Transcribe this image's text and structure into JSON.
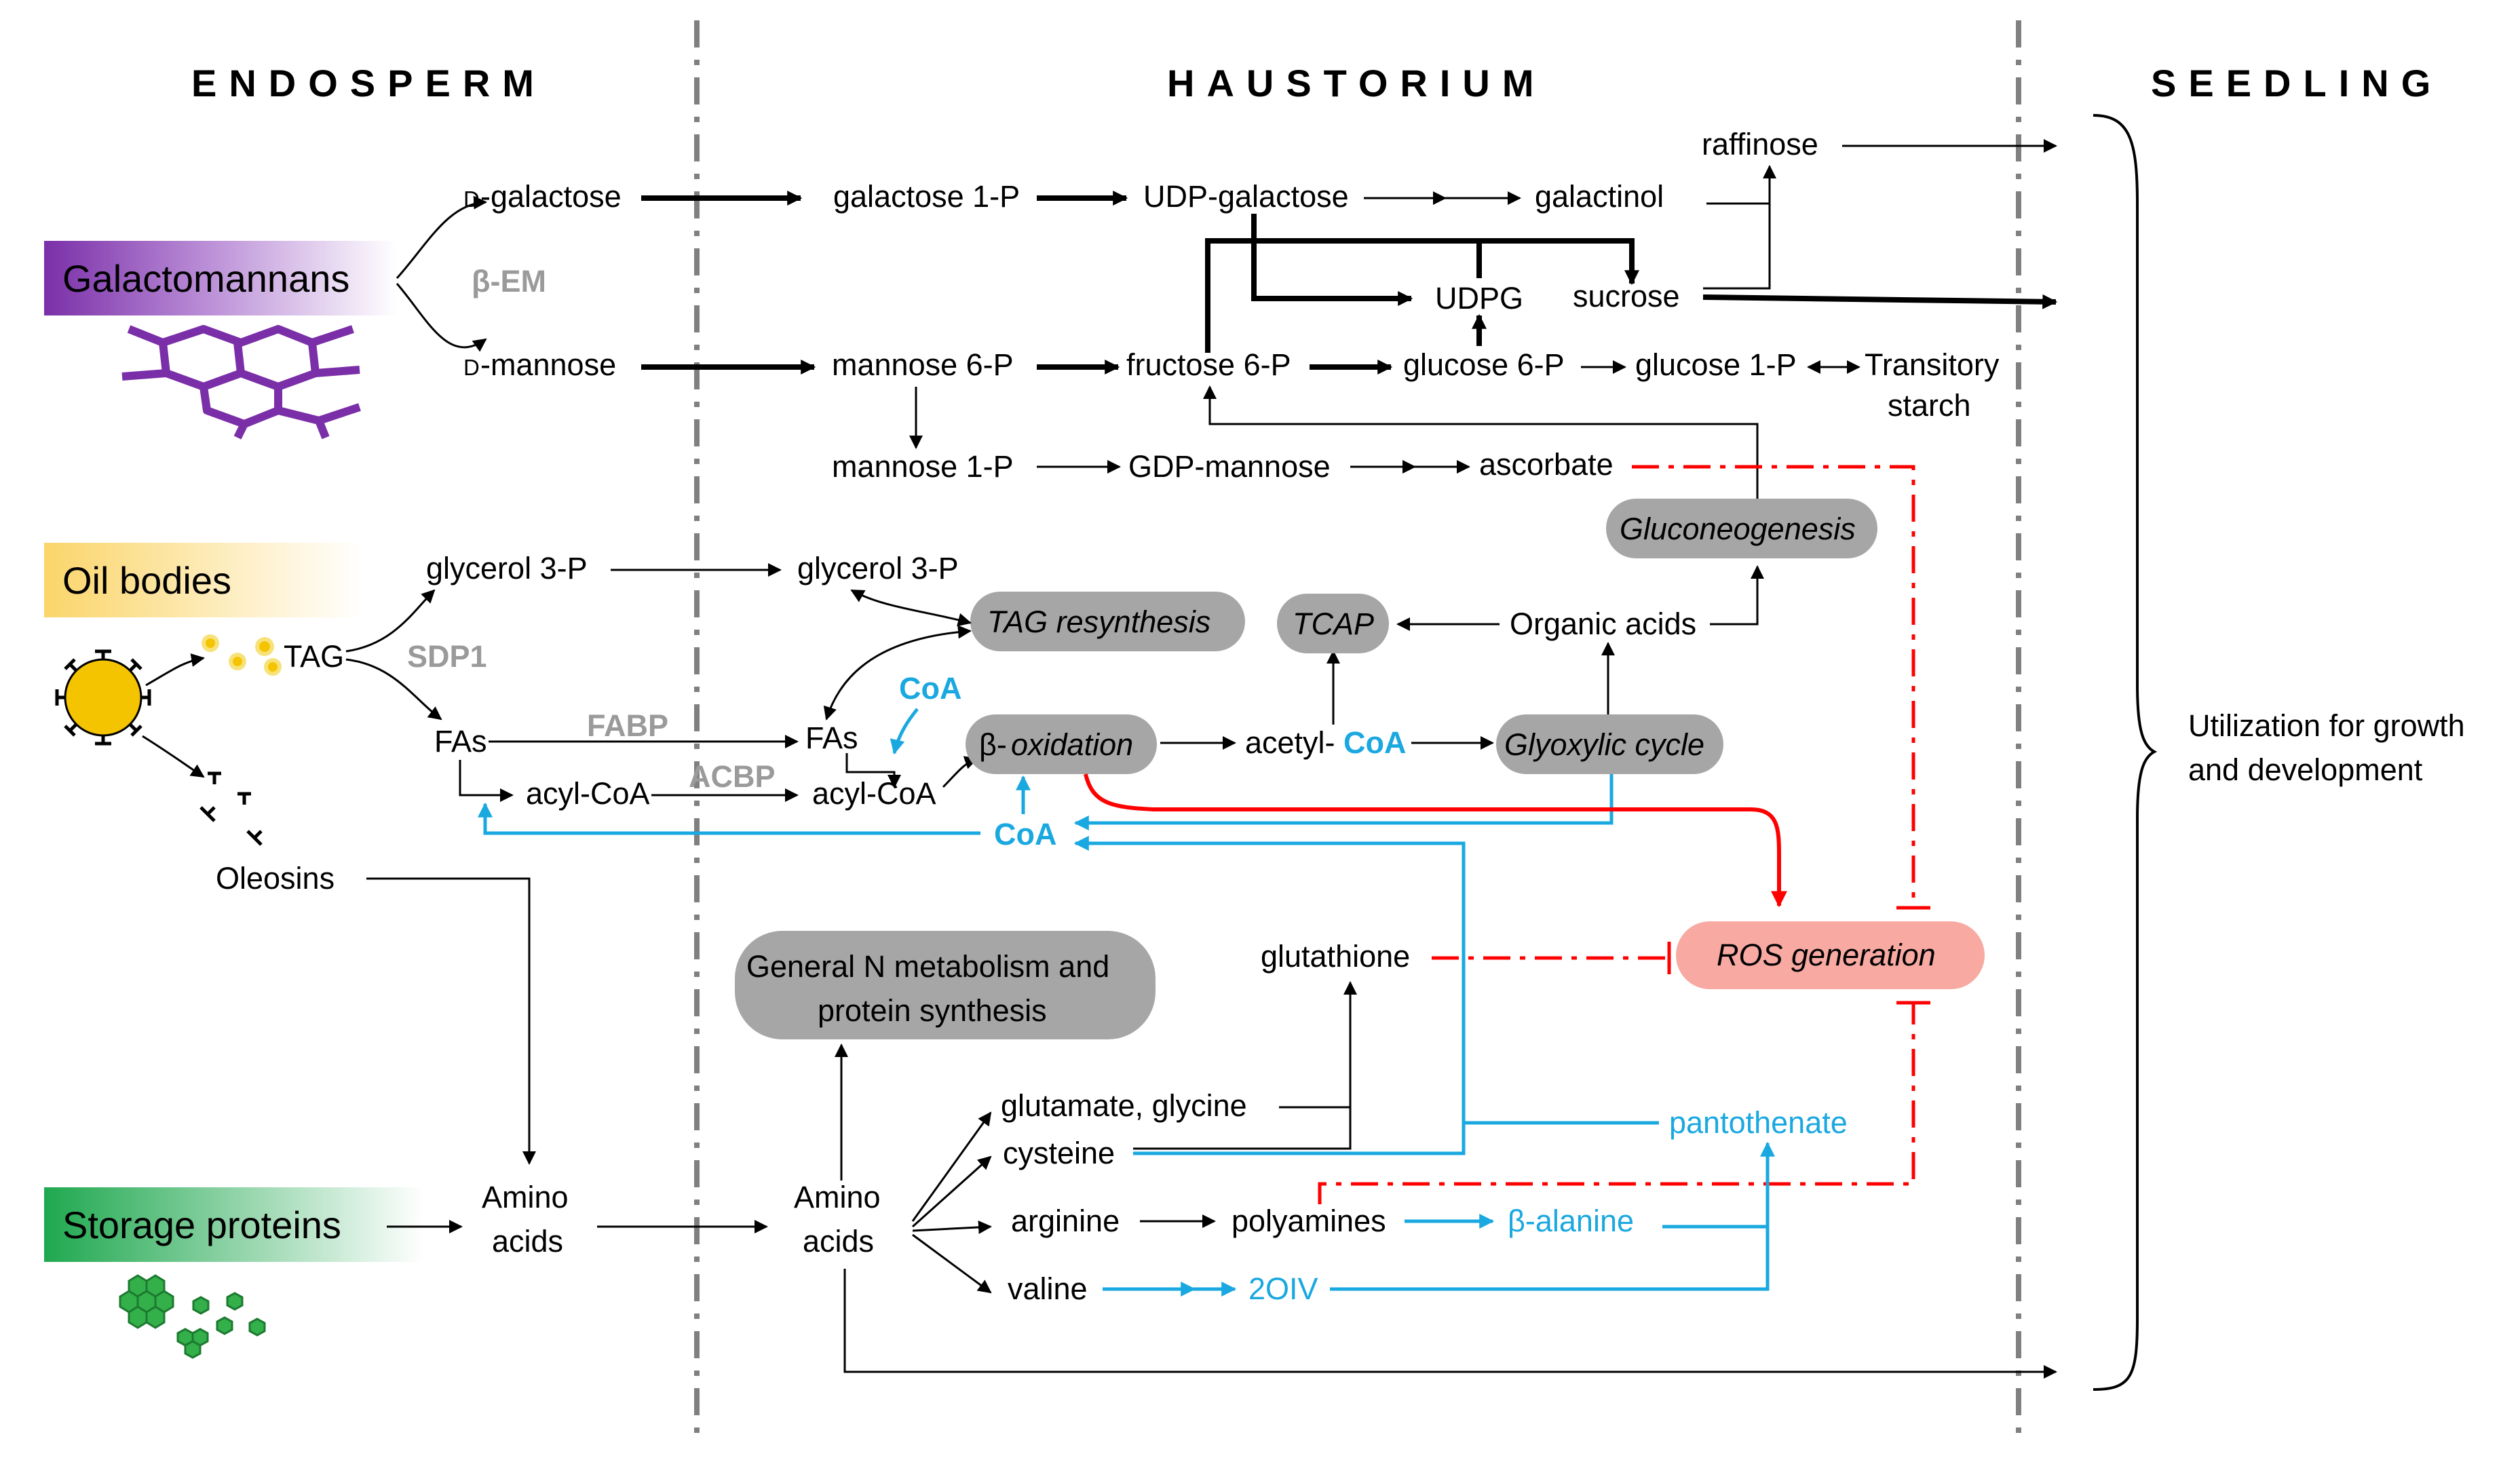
{
  "headers": {
    "endosperm": "ENDOSPERM",
    "haustorium": "HAUSTORIUM",
    "seedling": "SEEDLING"
  },
  "sources": {
    "galactomannans": "Galactomannans",
    "oil_bodies": "Oil bodies",
    "storage_proteins": "Storage proteins"
  },
  "enzymes": {
    "beta_em": "β-EM",
    "sdp1": "SDP1",
    "fabp": "FABP",
    "acbp": "ACBP"
  },
  "metabolites": {
    "d_galactose": "-galactose",
    "d_mannose": "-mannose",
    "d_prefix": "D",
    "galactose_1p": "galactose 1-P",
    "udp_galactose": "UDP-galactose",
    "galactinol": "galactinol",
    "raffinose": "raffinose",
    "udpg": "UDPG",
    "sucrose": "sucrose",
    "mannose_6p": "mannose 6-P",
    "fructose_6p": "fructose 6-P",
    "glucose_6p": "glucose 6-P",
    "glucose_1p": "glucose 1-P",
    "transitory_starch_1": "Transitory",
    "transitory_starch_2": "starch",
    "mannose_1p": "mannose 1-P",
    "gdp_mannose": "GDP-mannose",
    "ascorbate": "ascorbate",
    "glycerol_3p_e": "glycerol 3-P",
    "glycerol_3p_h": "glycerol 3-P",
    "tag": "TAG",
    "fas_e": "FAs",
    "fas_h": "FAs",
    "acyl_coa_e": "acyl-CoA",
    "acyl_coa_h": "acyl-CoA",
    "coa_top": "CoA",
    "coa_mid": "CoA",
    "acetyl": "acetyl-",
    "acetyl_coa": "CoA",
    "organic_acids": "Organic acids",
    "oleosins": "Oleosins",
    "glutathione": "glutathione",
    "glutamate_glycine": "glutamate, glycine",
    "cysteine": "cysteine",
    "arginine": "arginine",
    "valine": "valine",
    "polyamines": "polyamines",
    "beta_alanine": "β-alanine",
    "two_oiv": "2OIV",
    "pantothenate": "pantothenate",
    "amino_acids_e_1": "Amino",
    "amino_acids_e_2": "acids",
    "amino_acids_h_1": "Amino",
    "amino_acids_h_2": "acids"
  },
  "processes": {
    "gluconeogenesis": "Gluconeogenesis",
    "tag_resynthesis": "TAG resynthesis",
    "tcap": "TCAP",
    "beta_oxidation_prefix": "β-",
    "beta_oxidation": "oxidation",
    "glyoxylic_cycle": "Glyoxylic cycle",
    "ros_generation": "ROS generation",
    "n_metabolism_1": "General N metabolism and",
    "n_metabolism_2": "protein synthesis"
  },
  "utilization": {
    "line1": "Utilization for growth",
    "line2": "and development"
  },
  "colors": {
    "galactomannans": "#7a2fa8",
    "oil_bodies": "#fbd56a",
    "storage_proteins": "#1fa84f",
    "coa_blue": "#1aa8e0",
    "ros_red": "#ff0000",
    "process_gray": "#a6a6a6",
    "ros_pink": "#f7a9a2"
  }
}
